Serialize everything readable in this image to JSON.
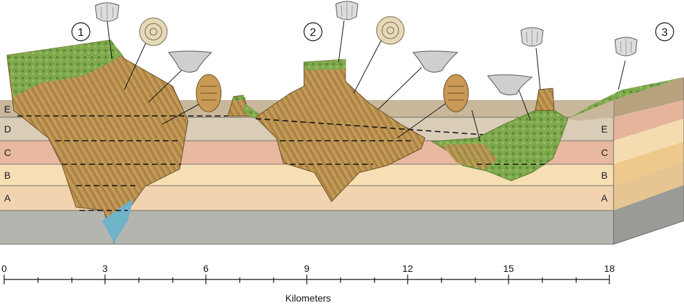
{
  "sites": [
    "1",
    "2",
    "3"
  ],
  "layers": {
    "left": [
      "E",
      "D",
      "C",
      "B",
      "A"
    ],
    "right": [
      "E",
      "C",
      "B",
      "A"
    ]
  },
  "fossils": {
    "brachiopod": "brachiopod-icon",
    "ammonite": "ammonite-icon",
    "spiriferid": "spiriferid-icon",
    "trilobite": "trilobite-icon"
  },
  "colors": {
    "layer_E": "#c8b79a",
    "layer_D": "#d9cdb8",
    "layer_C": "#e8b9a0",
    "layer_B": "#f6dfb4",
    "layer_A": "#f2d3b0",
    "basement": "#b5b5b0",
    "rock": "#b88f4a",
    "grass": "#7aa648",
    "water": "#6fb3c9"
  },
  "scale": {
    "ticks": [
      "0",
      "3",
      "6",
      "9",
      "12",
      "15",
      "18"
    ],
    "title": "Kilometers"
  }
}
